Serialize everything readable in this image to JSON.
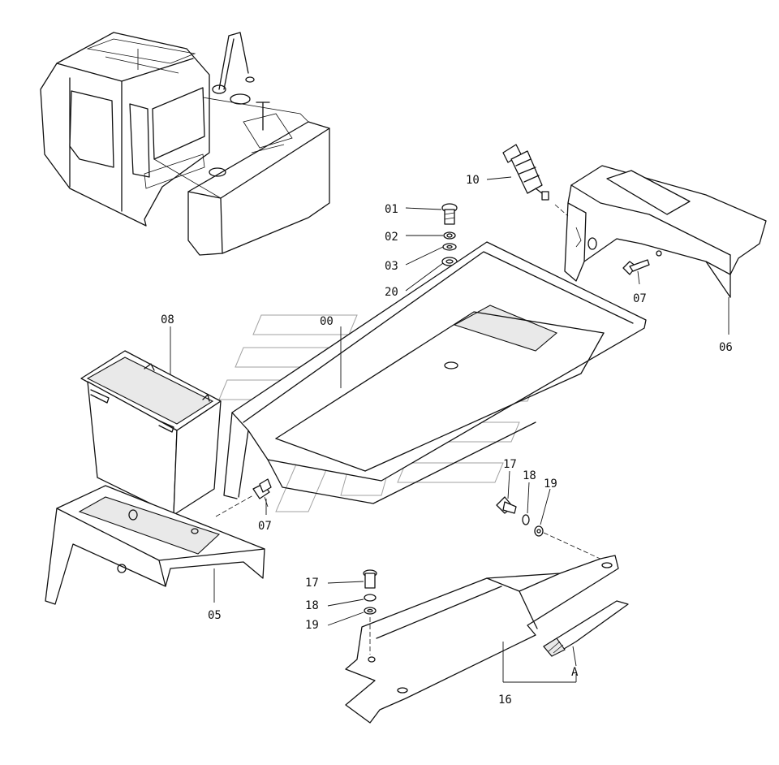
{
  "labels": {
    "p00": "00",
    "p01": "01",
    "p02": "02",
    "p03": "03",
    "p20": "20",
    "p10": "10",
    "p07a": "07",
    "p07b": "07",
    "p06": "06",
    "p08": "08",
    "p05": "05",
    "p17a": "17",
    "p18a": "18",
    "p19a": "19",
    "p17b": "17",
    "p18b": "18",
    "p19b": "19",
    "p16": "16",
    "pA": "A"
  },
  "icons": {
    "watermark": "watermark-logo",
    "machine": "excavator-cab-icon"
  }
}
